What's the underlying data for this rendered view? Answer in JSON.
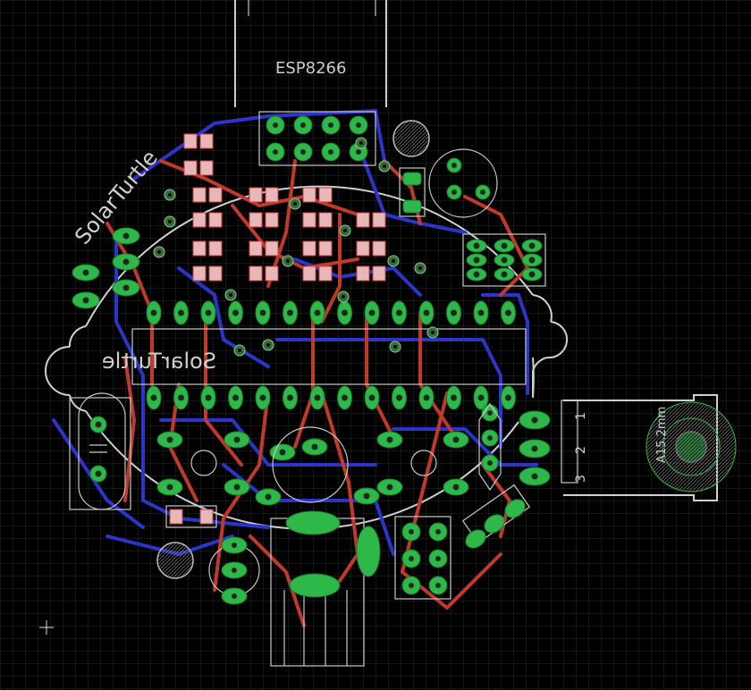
{
  "board": {
    "module_label": "ESP8266",
    "top_silkscreen_name": "SolarTurtle",
    "bottom_silkscreen_name": "SolarTurtle",
    "speaker_label": "A15.2mm",
    "header_pin_numbers": [
      "1",
      "2",
      "3"
    ]
  },
  "colors": {
    "background": "#000000",
    "grid": "#2a2a2a",
    "top_copper": "#c0392b",
    "bottom_copper": "#2b35c9",
    "pads": "#2fb84a",
    "smd_pads": "#e8b8b8",
    "silkscreen": "#d0d0d0"
  }
}
